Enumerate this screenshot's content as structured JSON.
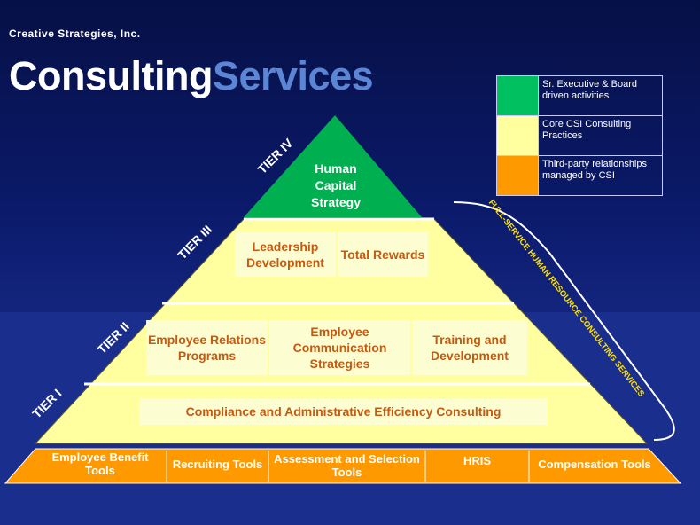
{
  "header": {
    "company": "Creative Strategies, Inc.",
    "title_part1": "Consulting",
    "title_part2": "Services"
  },
  "legend": [
    {
      "label": "Sr. Executive & Board driven activities",
      "color": "#00c060"
    },
    {
      "label": "Core CSI Consulting Practices",
      "color": "#ffffa0"
    },
    {
      "label": "Third-party relationships managed by CSI",
      "color": "#ff9900"
    }
  ],
  "tiers": {
    "tier4": "TIER IV",
    "tier3": "TIER III",
    "tier2": "TIER II",
    "tier1": "TIER I"
  },
  "pyramid": {
    "apex": "Human Capital Strategy",
    "tier3_items": [
      "Leadership Development",
      "Total Rewards"
    ],
    "tier2_items": [
      "Employee Relations Programs",
      "Employee Communication Strategies",
      "Training and Development"
    ],
    "tier1_items": [
      "Compliance and Administrative Efficiency Consulting"
    ]
  },
  "base_tools": [
    "Employee Benefit Tools",
    "Recruiting Tools",
    "Assessment and Selection Tools",
    "HRIS",
    "Compensation Tools"
  ],
  "side_label": "FULL-SERVICE HUMAN RESOURCE CONSULTING SERVICES",
  "colors": {
    "apex_green": "#00b050",
    "core_yellow": "#ffffa0",
    "thirdparty_orange": "#ff9900",
    "text_orange": "#c55a11"
  }
}
